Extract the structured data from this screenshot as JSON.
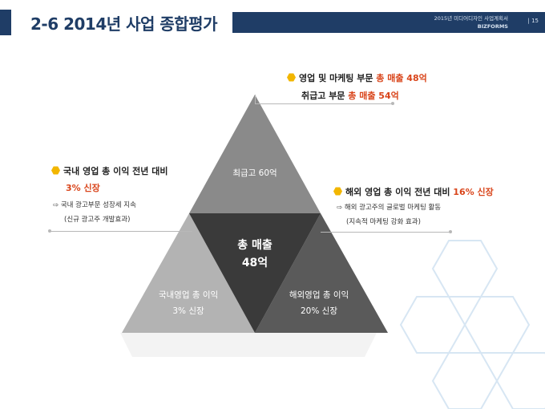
{
  "header": {
    "title": "2-6 2014년 사업 종합평가",
    "doc_name": "2015년 미디어디자인 사업계획서",
    "brand": "BIZFORMS",
    "page": "| 15"
  },
  "pyramid": {
    "top": "최급고 60억",
    "center_line1": "총 매출",
    "center_line2": "48억",
    "left_line1": "국내영업 총 이익",
    "left_line2": "3% 신장",
    "right_line1": "해외영업 총 이익",
    "right_line2": "20% 신장"
  },
  "callout_top": {
    "line1_prefix": "영업 및 마케팅 부문 ",
    "line1_highlight": "총 매출 48억",
    "line2_prefix": "취급고 부문 ",
    "line2_highlight": "총 매출 54억"
  },
  "callout_left": {
    "heading": "국내 영업 총 이익 전년 대비",
    "highlight": "3% 신장",
    "bullet": "⇨  국내 광고부문 성장세 지속",
    "note": "(신규 광고주 개발효과)"
  },
  "callout_right": {
    "heading": "해외 영업 총 이익 전년 대비 ",
    "highlight": "16% 신장",
    "bullet": "⇨  해외 광고주의 글로벌 마케팅 활동",
    "note": "(지속적 마케팅 강화 효과)"
  },
  "colors": {
    "navy": "#1f3d66",
    "accent": "#d9451b",
    "bullet": "#f2b600",
    "tri_top": "#8a8a8a",
    "tri_center": "#3a3a3a",
    "tri_left": "#b3b3b3",
    "tri_right": "#5a5a5a"
  }
}
